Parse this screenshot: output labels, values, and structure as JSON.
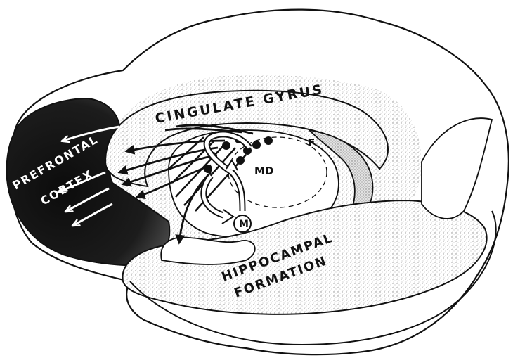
{
  "diagram": {
    "labels": {
      "cingulate_gyrus": "CINGULATE GYRUS",
      "prefrontal": "PREFRONTAL",
      "cortex": "CORTEX",
      "md": "MD",
      "f": "F",
      "m": "M",
      "hippocampal": "HIPPOCAMPAL",
      "formation": "FORMATION"
    },
    "colors": {
      "outline": "#111111",
      "prefrontal_fill": "#1a1a1a",
      "stipple": "#9a9a9a",
      "background": "#ffffff"
    }
  }
}
